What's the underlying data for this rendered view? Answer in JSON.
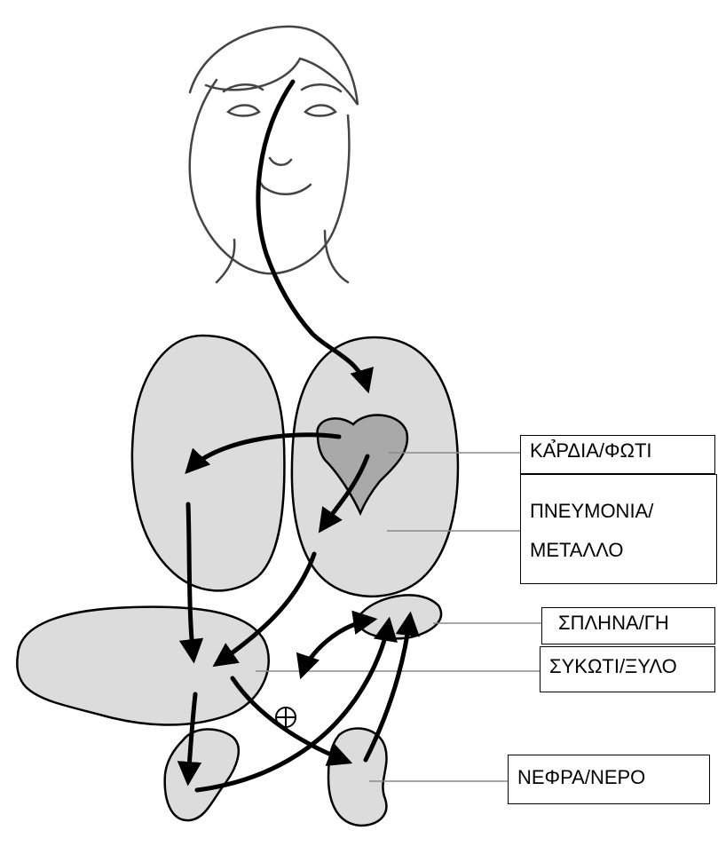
{
  "colors": {
    "organ_fill": "#dcdcdc",
    "heart_fill": "#a9a9a9",
    "outline": "#000000",
    "leader_line": "#8a8a8a",
    "background": "#ffffff"
  },
  "labels": {
    "heart": "ΚΑ̉ΡΔΙΑ/ΦΩΤΙ",
    "lungs_line1": "ΠΝΕΥΜΟΝΙΑ/",
    "lungs_line2": "ΜΕΤΑΛΛΟ",
    "spleen": "ΣΠΛΗΝΑ/ΓΗ",
    "liver": "ΣΥΚΩΤΙ/ΞΥΛΟ",
    "kidneys": "ΝΕΦΡΑ/ΝΕΡΟ"
  },
  "icons": {
    "face": "face-illustration",
    "control_symbol": "circled-plus-icon"
  }
}
